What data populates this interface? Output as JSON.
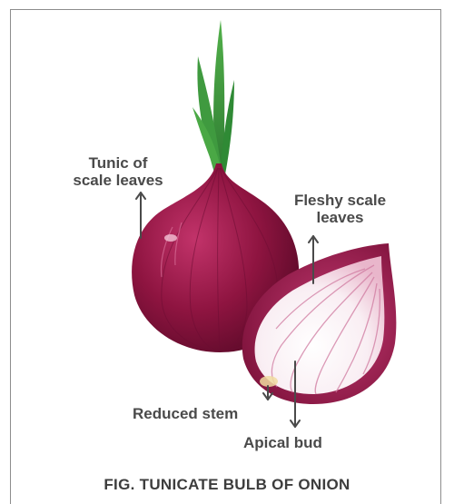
{
  "labels": {
    "tunic_line1": "Tunic of",
    "tunic_line2": "scale leaves",
    "fleshy_line1": "Fleshy scale",
    "fleshy_line2": "leaves",
    "reduced_stem": "Reduced stem",
    "apical_bud": "Apical bud"
  },
  "caption": "FIG. TUNICATE BULB OF ONION",
  "colors": {
    "onion_outer": "#8e1440",
    "onion_dark": "#5a0a28",
    "onion_light": "#c2336a",
    "inner_flesh": "#f7e8ef",
    "sprout": "#3c9a3c",
    "text": "#4a4a4a"
  }
}
